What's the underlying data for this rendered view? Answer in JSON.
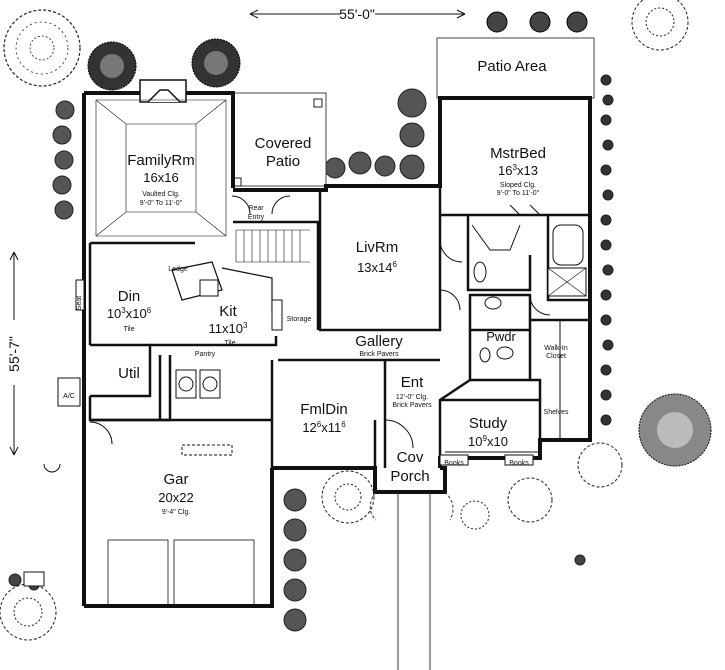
{
  "dimensions": {
    "width": "55'-0\"",
    "depth": "55'-7\""
  },
  "rooms": {
    "patio_area": {
      "name": "Patio Area"
    },
    "covered_patio": {
      "line1": "Covered",
      "line2": "Patio"
    },
    "family": {
      "name": "FamilyRm",
      "dim": "16x16",
      "note1": "Vaulted Clg.",
      "note2": "9'-0\" To 11'-0\""
    },
    "rear_entry": {
      "line1": "Rear",
      "line2": "Entry"
    },
    "living": {
      "name": "LivRm",
      "dim_main": "13x14",
      "dim_sup": "6"
    },
    "master": {
      "name": "MstrBed",
      "dim_a": "16",
      "dim_sup": "3",
      "dim_b": "x13",
      "note1": "Sloped Clg.",
      "note2": "9'-0\" To 11'-0\""
    },
    "ledge": "Ledge",
    "seat": "Seat",
    "dining": {
      "name": "Din",
      "dim_a": "10",
      "sup1": "3",
      "dim_b": "x10",
      "sup2": "6",
      "note": "Tile"
    },
    "kitchen": {
      "name": "Kit",
      "dim_main": "11x10",
      "dim_sup": "3",
      "note": "Tile"
    },
    "storage": "Storage",
    "pantry": "Pantry",
    "util": "Util",
    "ac": "A/C",
    "gallery": {
      "name": "Gallery",
      "note": "Brick Pavers"
    },
    "powder": "Pwdr",
    "closet": {
      "line1": "Walk-In",
      "line2": "Closet"
    },
    "shelves": "Shelves",
    "entry": {
      "name": "Ent",
      "note1": "12'-0\" Clg.",
      "note2": "Brick Pavers"
    },
    "formal_dining": {
      "name": "FmlDin",
      "dim_a": "12",
      "sup1": "6",
      "dim_b": "x11",
      "sup2": "6"
    },
    "study": {
      "name": "Study",
      "dim_a": "10",
      "sup": "9",
      "dim_b": "x10"
    },
    "books": "Books",
    "porch": {
      "line1": "Cov",
      "line2": "Porch"
    },
    "garage": {
      "name": "Gar",
      "dim": "20x22",
      "note": "9'-4\" Clg."
    }
  }
}
